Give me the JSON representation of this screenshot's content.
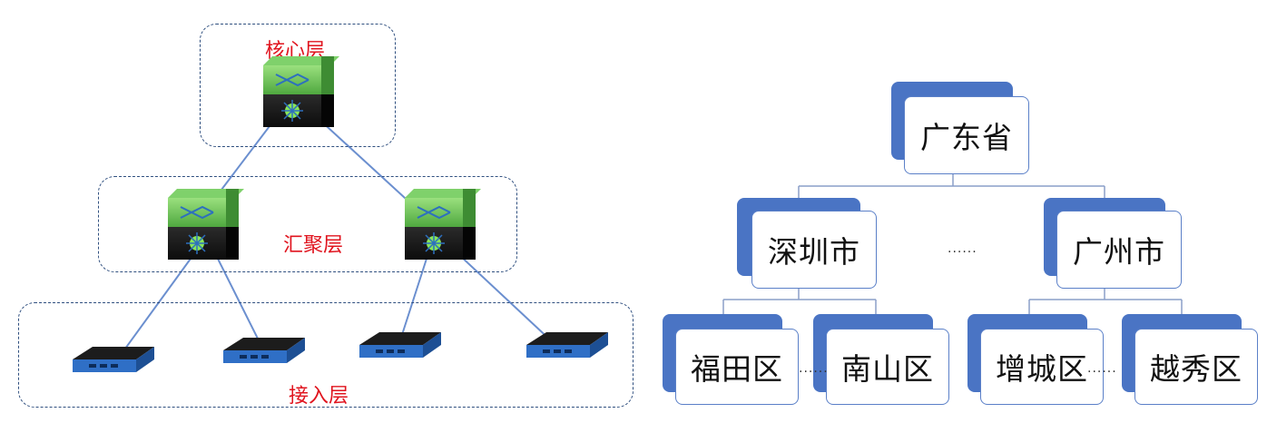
{
  "network": {
    "core_label": "核心层",
    "aggregation_label": "汇聚层",
    "access_label": "接入层"
  },
  "hierarchy": {
    "province": "广东省",
    "cities": [
      {
        "name": "深圳市",
        "districts": [
          "福田区",
          "南山区"
        ]
      },
      {
        "name": "广州市",
        "districts": [
          "增城区",
          "越秀区"
        ]
      }
    ],
    "ellipsis": "......"
  },
  "colors": {
    "label_red": "#e0141e",
    "node_blue": "#4a74c4",
    "line_blue": "#6b8fcf"
  }
}
